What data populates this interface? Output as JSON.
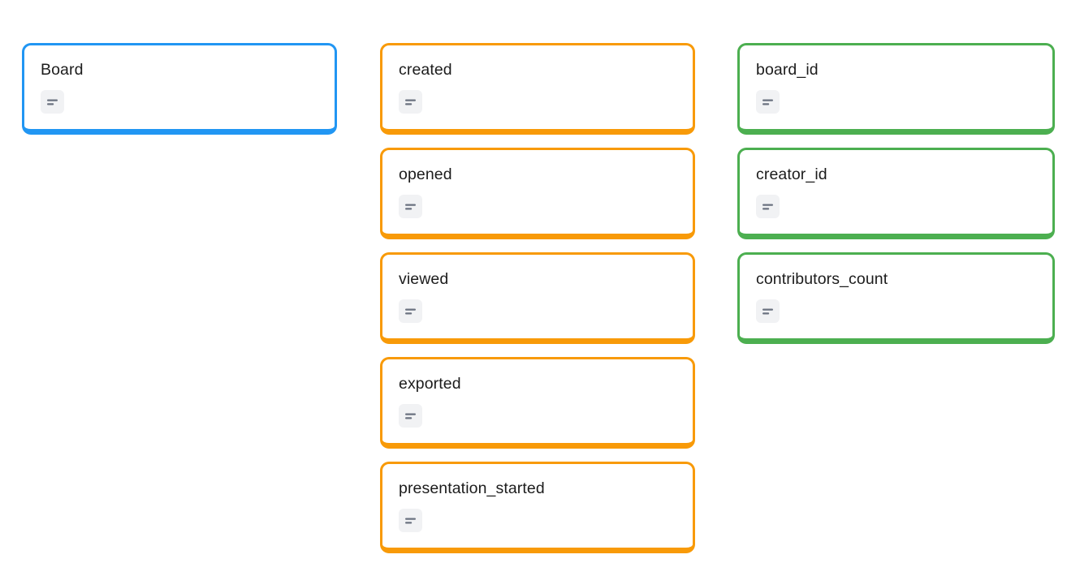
{
  "board": {
    "background_color": "#ffffff",
    "columns": [
      {
        "name": "entity-column",
        "kind": "entity",
        "accent_color": "#2196f3",
        "cards": [
          {
            "title": "Board",
            "icon": "text-lines-icon"
          }
        ]
      },
      {
        "name": "events-column",
        "kind": "event",
        "accent_color": "#f89a08",
        "cards": [
          {
            "title": "created",
            "icon": "text-lines-icon"
          },
          {
            "title": "opened",
            "icon": "text-lines-icon"
          },
          {
            "title": "viewed",
            "icon": "text-lines-icon"
          },
          {
            "title": "exported",
            "icon": "text-lines-icon"
          },
          {
            "title": "presentation_started",
            "icon": "text-lines-icon"
          }
        ]
      },
      {
        "name": "properties-column",
        "kind": "property",
        "accent_color": "#4caf50",
        "cards": [
          {
            "title": "board_id",
            "icon": "text-lines-icon"
          },
          {
            "title": "creator_id",
            "icon": "text-lines-icon"
          },
          {
            "title": "contributors_count",
            "icon": "text-lines-icon"
          }
        ]
      }
    ]
  },
  "icon_colors": {
    "icon_background": "#f1f2f4",
    "icon_stroke": "#6b7280"
  }
}
